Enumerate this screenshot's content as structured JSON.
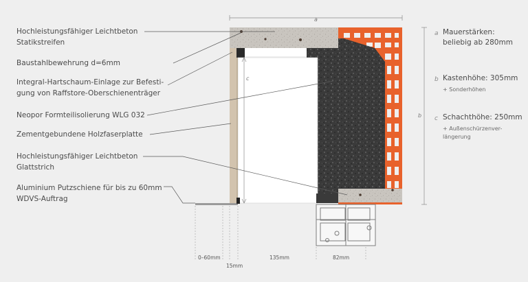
{
  "labels": [
    {
      "line1": "Hochleistungsfähiger Leichtbeton",
      "line2": "Statikstreifen"
    },
    {
      "line1": "Baustahlbewehrung d=6mm",
      "line2": ""
    },
    {
      "line1": "Integral-Hartschaum-Einlage zur Befesti-",
      "line2": "gung von Raffstore-Oberschienenträger"
    },
    {
      "line1": "Neopor Formteilisolierung WLG 032",
      "line2": ""
    },
    {
      "line1": "Zementgebundene Holzfaserplatte",
      "line2": ""
    },
    {
      "line1": "Hochleistungsfähiger Leichtbeton",
      "line2": "Glattstrich"
    },
    {
      "line1": "Aluminium Putzschiene für bis zu 60mm",
      "line2": "WDVS-Auftrag"
    }
  ],
  "specs": [
    {
      "letter": "a",
      "title1": "Mauerstärken:",
      "title2": "beliebig ab 280mm",
      "sub1": "",
      "sub2": ""
    },
    {
      "letter": "b",
      "title1": "Kastenhöhe: 305mm",
      "title2": "",
      "sub1": "+ Sonderhöhen",
      "sub2": ""
    },
    {
      "letter": "c",
      "title1": "Schachthöhe: 250mm",
      "title2": "",
      "sub1": "+ Außenschürzenver-",
      "sub2": "längerung"
    }
  ],
  "dimensions": {
    "a": "a",
    "b": "b",
    "c": "c",
    "d1": "0–60mm",
    "d2": "15mm",
    "d3": "135mm",
    "d4": "82mm"
  },
  "colors": {
    "background": "#efefef",
    "concrete": "#c9c5bf",
    "insulation": "#3a3a3a",
    "brick": "#e8622c",
    "board": "#d2c3ae",
    "leader": "#5a5a5a"
  }
}
